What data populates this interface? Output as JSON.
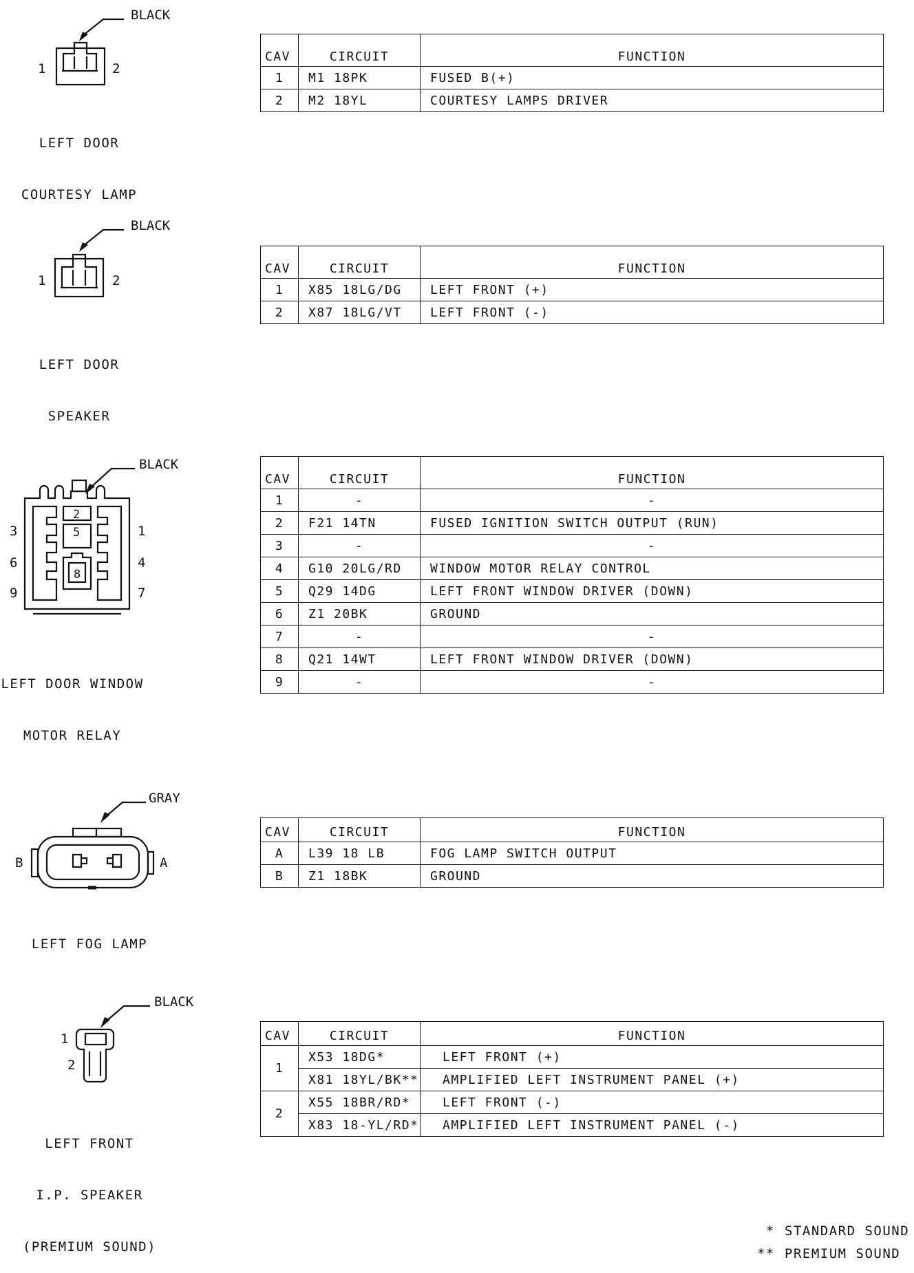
{
  "headers": {
    "cav": "CAV",
    "circuit": "CIRCUIT",
    "function": "FUNCTION"
  },
  "connectors": [
    {
      "color": "BLACK",
      "name_lines": [
        "LEFT DOOR",
        "COURTESY LAMP"
      ],
      "pin_left": "1",
      "pin_right": "2",
      "rows": [
        {
          "cav": "1",
          "circuit": "M1  18PK",
          "function": "FUSED B(+)"
        },
        {
          "cav": "2",
          "circuit": "M2  18YL",
          "function": "COURTESY LAMPS DRIVER"
        }
      ]
    },
    {
      "color": "BLACK",
      "name_lines": [
        "LEFT DOOR",
        "SPEAKER"
      ],
      "pin_left": "1",
      "pin_right": "2",
      "rows": [
        {
          "cav": "1",
          "circuit": "X85  18LG/DG",
          "function": "LEFT  FRONT  (+)"
        },
        {
          "cav": "2",
          "circuit": "X87  18LG/VT",
          "function": "LEFT  FRONT  (-)"
        }
      ]
    },
    {
      "color": "BLACK",
      "name_lines": [
        "LEFT DOOR WINDOW",
        "MOTOR RELAY"
      ],
      "pins": [
        "1",
        "2",
        "3",
        "4",
        "5",
        "6",
        "7",
        "8",
        "9"
      ],
      "rows": [
        {
          "cav": "1",
          "circuit": "-",
          "function": "-"
        },
        {
          "cav": "2",
          "circuit": "F21  14TN",
          "function": "FUSED  IGNITION  SWITCH  OUTPUT  (RUN)"
        },
        {
          "cav": "3",
          "circuit": "-",
          "function": "-"
        },
        {
          "cav": "4",
          "circuit": "G10  20LG/RD",
          "function": "WINDOW  MOTOR  RELAY  CONTROL"
        },
        {
          "cav": "5",
          "circuit": "Q29  14DG",
          "function": "LEFT  FRONT  WINDOW  DRIVER  (DOWN)"
        },
        {
          "cav": "6",
          "circuit": "Z1  20BK",
          "function": "GROUND"
        },
        {
          "cav": "7",
          "circuit": "-",
          "function": "-"
        },
        {
          "cav": "8",
          "circuit": "Q21  14WT",
          "function": "LEFT  FRONT  WINDOW  DRIVER  (DOWN)"
        },
        {
          "cav": "9",
          "circuit": "-",
          "function": "-"
        }
      ]
    },
    {
      "color": "GRAY",
      "name_lines": [
        "LEFT FOG LAMP"
      ],
      "pin_left": "B",
      "pin_right": "A",
      "rows": [
        {
          "cav": "A",
          "circuit": "L39  18 LB",
          "function": "FOG  LAMP  SWITCH  OUTPUT"
        },
        {
          "cav": "B",
          "circuit": "Z1  18BK",
          "function": "GROUND"
        }
      ]
    },
    {
      "color": "BLACK",
      "name_lines": [
        "LEFT FRONT",
        "I.P. SPEAKER",
        "(PREMIUM SOUND)"
      ],
      "pin_top": "1",
      "pin_bottom": "2",
      "rows": [
        {
          "cav": "1",
          "circuit": "X53  18DG*",
          "function": "LEFT  FRONT  (+)"
        },
        {
          "cav": "",
          "circuit": "X81  18YL/BK**",
          "function": "AMPLIFIED  LEFT  INSTRUMENT  PANEL  (+)"
        },
        {
          "cav": "2",
          "circuit": "X55  18BR/RD*",
          "function": "LEFT  FRONT  (-)"
        },
        {
          "cav": "",
          "circuit": "X83  18-YL/RD**",
          "function": "AMPLIFIED  LEFT  INSTRUMENT  PANEL  (-)"
        }
      ]
    }
  ],
  "legend": [
    {
      "symbol": "*",
      "text": "STANDARD SOUND"
    },
    {
      "symbol": "**",
      "text": "PREMIUM SOUND"
    }
  ]
}
